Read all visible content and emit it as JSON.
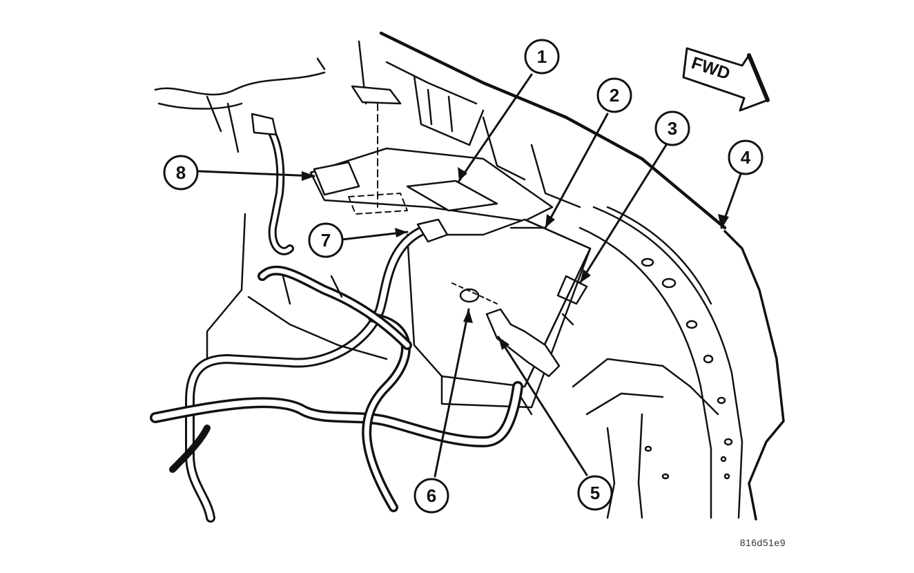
{
  "diagram": {
    "direction_indicator": "FWD",
    "figure_id": "816d51e9",
    "callouts": [
      "1",
      "2",
      "3",
      "4",
      "5",
      "6",
      "7",
      "8"
    ],
    "line_color": "#111111",
    "background": "#ffffff"
  }
}
